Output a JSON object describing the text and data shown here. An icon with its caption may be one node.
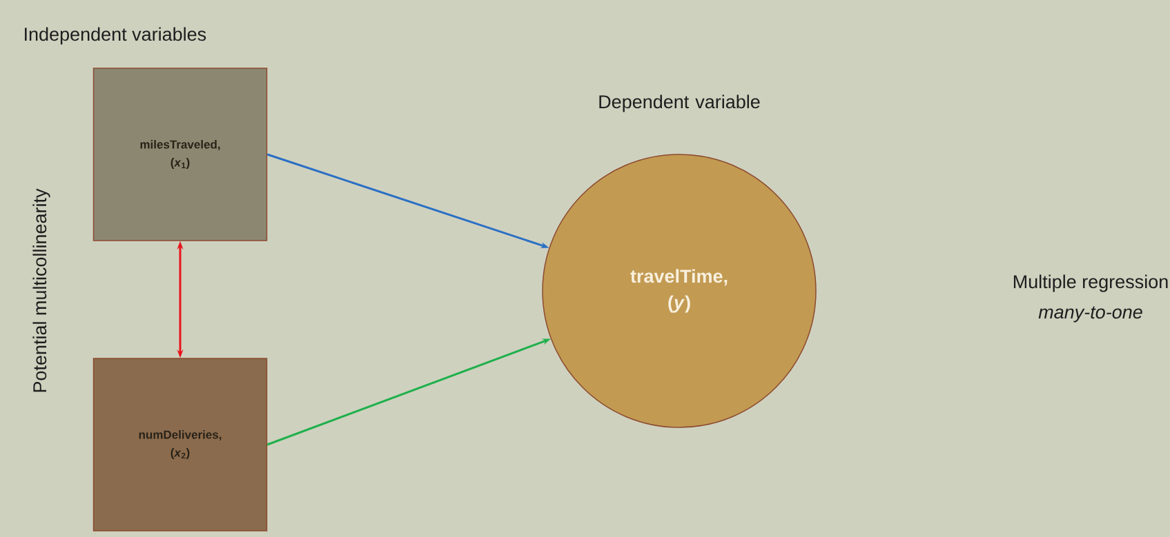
{
  "diagram": {
    "title": "Independent variables",
    "nodes": [
      {
        "text": [
          "milesTraveled,",
          "(*x*$_{1}$)"
        ]
      },
      {
        "text": [
          "numDeliveries,",
          "(*x*$_{2}$)"
        ]
      },
      {
        "text": [
          "Dependent variable",
          "travelTime,",
          "(*y*)"
        ]
      }
    ],
    "edges": [
      {
        "from": 0,
        "to": 2,
        "arrow": "to",
        "color": "#2a6fc4"
      },
      {
        "from": 1,
        "to": 2,
        "arrow": "to",
        "color": "#1fb04c"
      },
      {
        "from": 0,
        "to": 1,
        "arrow": "both",
        "color": "#e8141c"
      }
    ],
    "labels": [
      "Potential multicollinearity",
      "Multiple regression",
      "many-to-one"
    ]
  }
}
